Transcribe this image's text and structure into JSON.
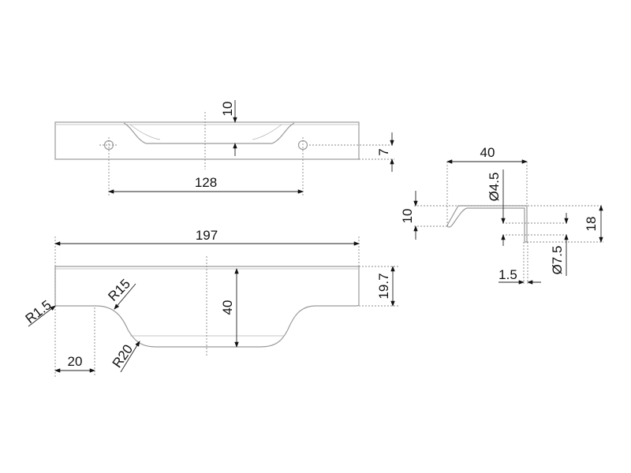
{
  "drawing": {
    "top_view": {
      "hole_spacing": "128",
      "recess_depth": "10",
      "hole_offset": "7"
    },
    "front_view": {
      "length": "197",
      "height": "40",
      "upper_height": "19.7",
      "edge_offset": "20",
      "radius_small": "R1.5",
      "radius_upper": "R15",
      "radius_lower": "R20"
    },
    "side_view": {
      "depth": "40",
      "lip_height": "10",
      "height": "18",
      "hole_diameter": "Ø4.5",
      "counterbore_diameter": "Ø7.5",
      "thickness": "1.5"
    }
  }
}
